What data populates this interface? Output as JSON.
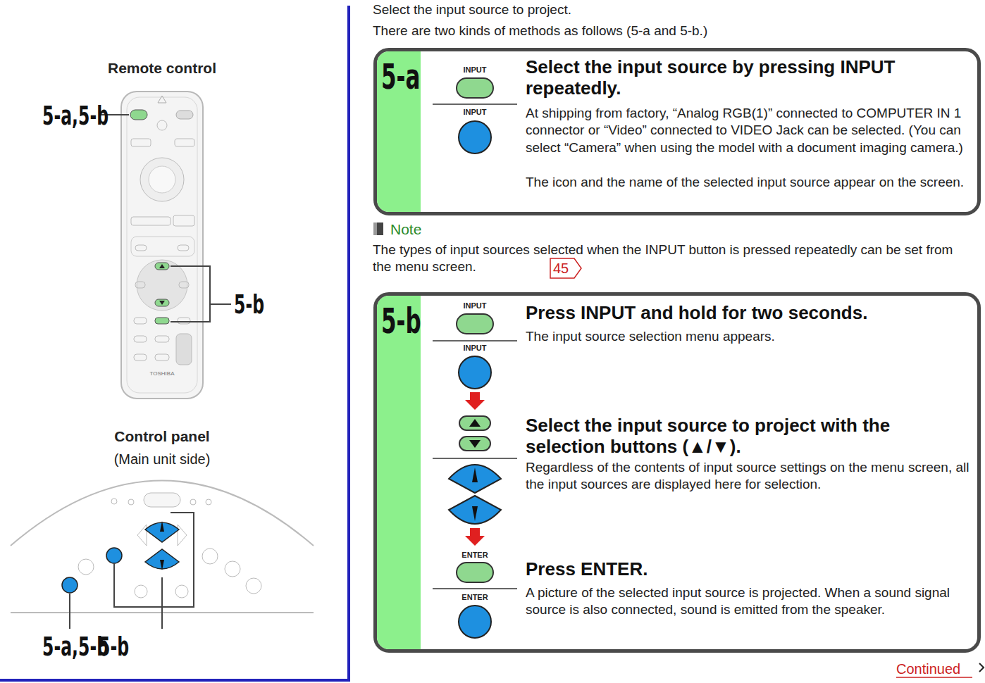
{
  "diagram": {
    "nodes": [
      {
        "text": [
          "5-a",
          "Select the input source by pressing INPUT repeatedly.",
          "At shipping from factory, “Analog RGB(1)” connected to COMPUTER IN 1 connector or “Video” connected to VIDEO Jack can be selected. (You can select “Camera” when using the model with a document imaging camera.)",
          "The icon and the name of the selected input source appear on the screen."
        ]
      },
      {
        "text": [
          "5-b",
          "Press INPUT and hold for two seconds.",
          "The input source selection menu appears.",
          "Select the input source to project with the selection buttons (▲/▼).",
          "Regardless of the contents of input source settings on the menu screen, all the input sources are displayed here for selection.",
          "Press ENTER.",
          "A picture of the selected input source is projected. When a sound signal source is also connected, sound is emitted from the speaker."
        ]
      }
    ],
    "labels": [
      "Select the input source to project.",
      "There are two kinds of methods as follows (5-a and 5-b.)",
      "Remote control",
      "5-a,5-b",
      "5-b",
      "Control panel",
      "(Main unit side)",
      "5-a,5-b",
      "5-b",
      "TOSHIBA",
      "INPUT",
      "INPUT",
      "Note",
      "The types of input sources selected when the INPUT button is pressed repeatedly can be set from the menu screen.",
      "45",
      "INPUT",
      "INPUT",
      "ENTER",
      "ENTER",
      "Continued"
    ]
  }
}
